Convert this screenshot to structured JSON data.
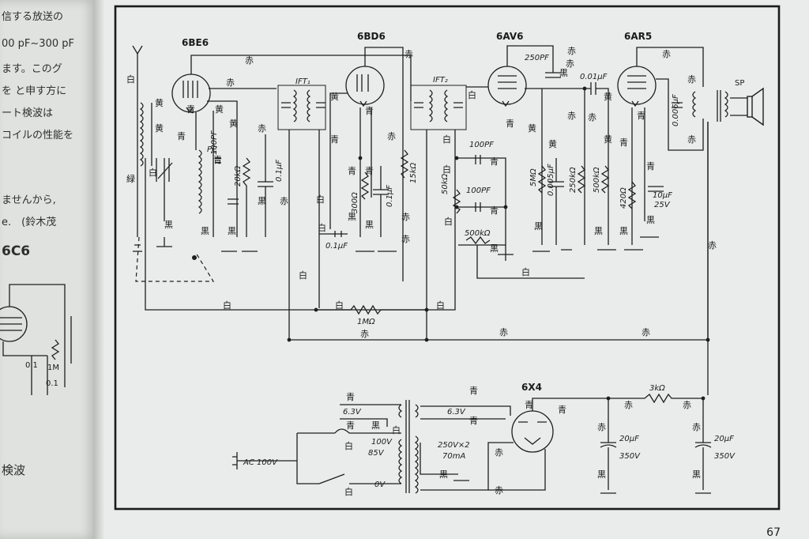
{
  "left_page": {
    "lines": [
      "信する放送の",
      "00 pF~300 pF",
      "ます。このグ",
      "を と申す方に",
      "ート検波は",
      "コイルの性能を",
      "ませんから,",
      "e.　(鈴木茂",
      "6C6",
      "検波"
    ]
  },
  "tubes": [
    "6BE6",
    "6BD6",
    "6AV6",
    "6AR5",
    "6X4"
  ],
  "transformers": [
    "IFT₁",
    "IFT₂"
  ],
  "speaker": "SP",
  "plug": "AC 100V",
  "power_transformer": {
    "heater": "6.3V",
    "heater2": "6.3V",
    "taps": [
      "100V",
      "85V",
      "0V"
    ],
    "secondary": "250V×2",
    "current": "70mA"
  },
  "components": {
    "c_250pf": "250PF",
    "c_001": "0.01μF",
    "c_0006": "0.006μF",
    "c_100pf_osc": "100PF",
    "pc": "PC",
    "r_20k": "20kΩ",
    "c_01a": "0.1μF",
    "r_300": "300Ω",
    "c_01b": "0.1μF",
    "c_01c": "0.1μF",
    "r_15k": "15kΩ",
    "r_50k": "50kΩ",
    "c_100pf_a": "100PF",
    "c_100pf_b": "100PF",
    "pot_500k": "500kΩ",
    "r_5m": "5MΩ",
    "c_0005": "0.005μF",
    "r_250k": "250kΩ",
    "r_500k": "500kΩ",
    "r_420": "420Ω",
    "c_10uf": "10μF",
    "c_10uf_v": "25V",
    "r_1m": "1MΩ",
    "r_3k": "3kΩ",
    "c_20uf_a": "20μF",
    "c_20uf_a_v": "350V",
    "c_20uf_b": "20μF",
    "c_20uf_b_v": "350V"
  },
  "wire_colors": {
    "white": "白",
    "red": "赤",
    "yellow": "黄",
    "blue": "青",
    "black": "黒",
    "green": "緑"
  },
  "page_number": "67"
}
